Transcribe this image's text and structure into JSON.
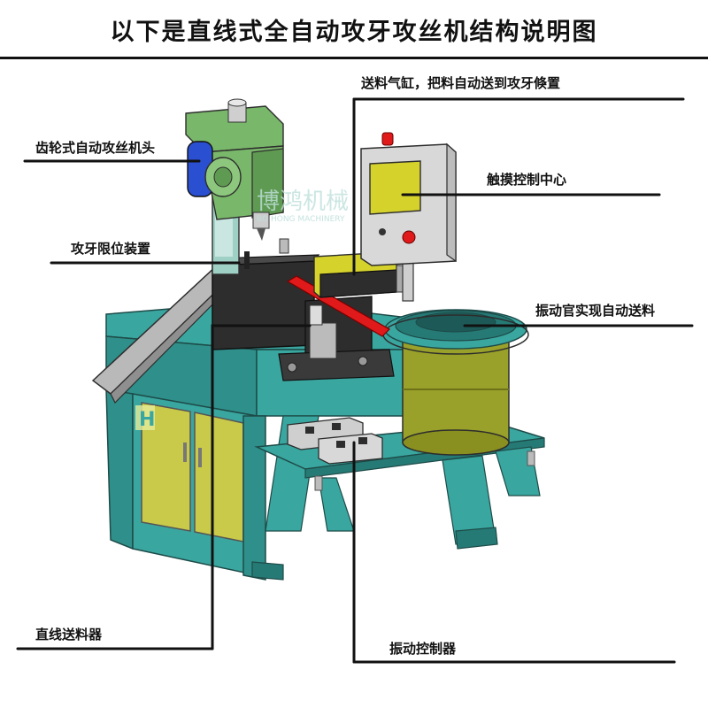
{
  "title": "以下是直线式全自动攻牙攻丝机结构说明图",
  "watermark": {
    "cn": "博鸿机械",
    "en": "BO HONG MACHINERY",
    "logo_letter": "H"
  },
  "labels": {
    "head": "齿轮式自动攻丝机头",
    "cylinder": "送料气缸，把料自动送到攻牙倏置",
    "touch": "触摸控制中心",
    "limit": "攻牙限位装置",
    "vibration": "振动官实现自动送料",
    "linear": "直线送料器",
    "vib_ctrl": "振动控制器"
  },
  "colors": {
    "frame": "#3aa6a0",
    "frame_dark": "#267a76",
    "cabinet": "#c9c94a",
    "bowl": "#9aa12a",
    "head_green": "#79b76a",
    "motor_blue": "#2a4fd0",
    "box": "#d8d8d8",
    "screen": "#d6d22c",
    "red": "#e01a1a",
    "dark": "#2d2d2d"
  }
}
